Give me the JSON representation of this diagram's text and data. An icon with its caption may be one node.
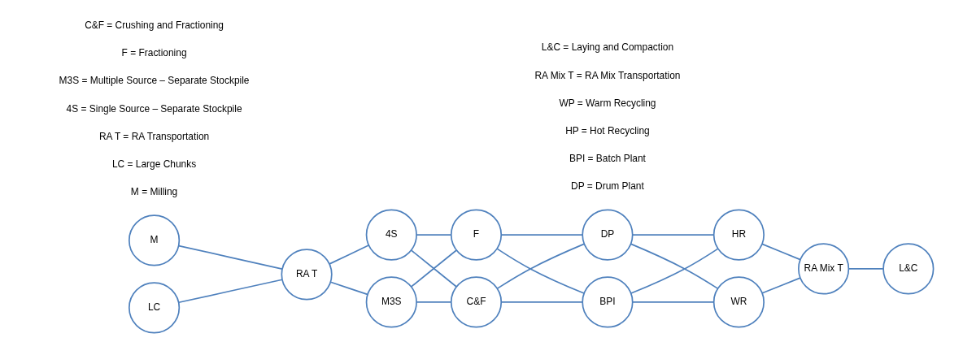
{
  "diagram": {
    "nodes": [
      {
        "text": [
          "M"
        ]
      },
      {
        "text": [
          "LC"
        ]
      },
      {
        "text": [
          "RA T"
        ]
      },
      {
        "text": [
          "4S"
        ]
      },
      {
        "text": [
          "M3S"
        ]
      },
      {
        "text": [
          "F"
        ]
      },
      {
        "text": [
          "C&F"
        ]
      },
      {
        "text": [
          "DP"
        ]
      },
      {
        "text": [
          "BPI"
        ]
      },
      {
        "text": [
          "HR"
        ]
      },
      {
        "text": [
          "WR"
        ]
      },
      {
        "text": [
          "RA Mix T"
        ]
      },
      {
        "text": [
          "L&C"
        ]
      }
    ],
    "edges": [
      {
        "from": 0,
        "to": 2,
        "arrow": "none"
      },
      {
        "from": 1,
        "to": 2,
        "arrow": "none"
      },
      {
        "from": 2,
        "to": 3,
        "arrow": "none"
      },
      {
        "from": 2,
        "to": 4,
        "arrow": "none"
      },
      {
        "from": 3,
        "to": 5,
        "arrow": "none"
      },
      {
        "from": 3,
        "to": 6,
        "arrow": "none"
      },
      {
        "from": 4,
        "to": 5,
        "arrow": "none"
      },
      {
        "from": 4,
        "to": 6,
        "arrow": "none"
      },
      {
        "from": 5,
        "to": 7,
        "arrow": "none"
      },
      {
        "from": 5,
        "to": 8,
        "arrow": "none"
      },
      {
        "from": 6,
        "to": 7,
        "arrow": "none"
      },
      {
        "from": 6,
        "to": 8,
        "arrow": "none"
      },
      {
        "from": 7,
        "to": 9,
        "arrow": "none"
      },
      {
        "from": 7,
        "to": 10,
        "arrow": "none"
      },
      {
        "from": 8,
        "to": 9,
        "arrow": "none"
      },
      {
        "from": 8,
        "to": 10,
        "arrow": "none"
      },
      {
        "from": 9,
        "to": 11,
        "arrow": "none"
      },
      {
        "from": 10,
        "to": 11,
        "arrow": "none"
      },
      {
        "from": 11,
        "to": 12,
        "arrow": "none"
      }
    ],
    "labels": [
      "M = Milling",
      "LC = Large Chunks",
      "RA T = RA Transportation",
      "4S = Single Source – Separate Stockpile",
      "M3S = Multiple Source – Separate Stockpile",
      "F = Fractioning",
      "C&F = Crushing and Fractioning",
      "DP = Drum Plant",
      "BPI = Batch Plant",
      "HP = Hot Recycling",
      "WP = Warm Recycling",
      "RA Mix T = RA Mix Transportation",
      "L&C = Laying and Compaction"
    ]
  }
}
